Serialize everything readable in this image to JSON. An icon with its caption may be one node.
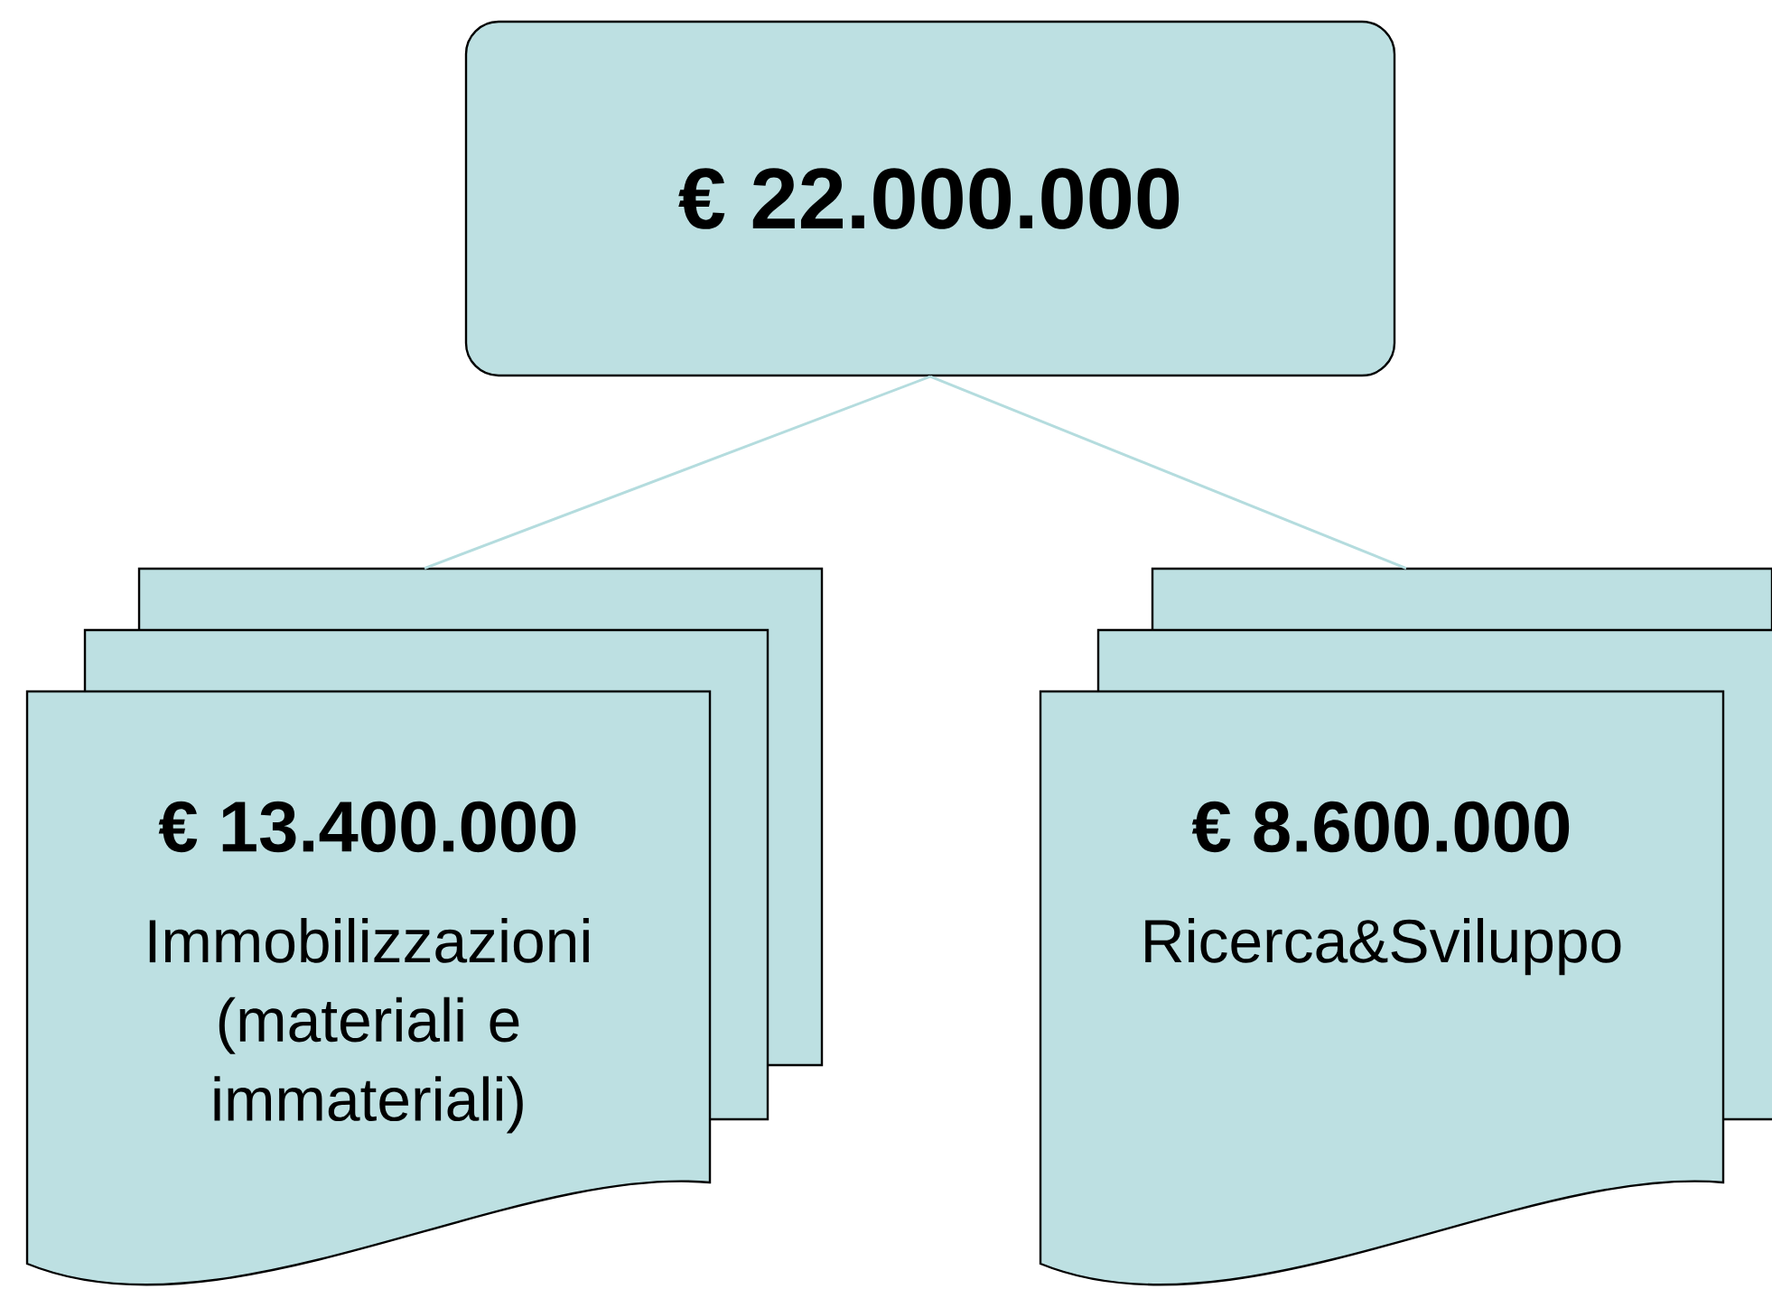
{
  "diagram": {
    "nodes": [
      {
        "text": [
          "€ 22.000.000"
        ]
      },
      {
        "text": [
          "€ 13.400.000",
          "Immobilizzazioni (materiali e immateriali)"
        ]
      },
      {
        "text": [
          "€ 8.600.000",
          "Ricerca&Sviluppo"
        ]
      }
    ],
    "edges": [
      {
        "from": 0,
        "to": 1,
        "arrow": "none"
      },
      {
        "from": 0,
        "to": 2,
        "arrow": "none"
      }
    ]
  }
}
